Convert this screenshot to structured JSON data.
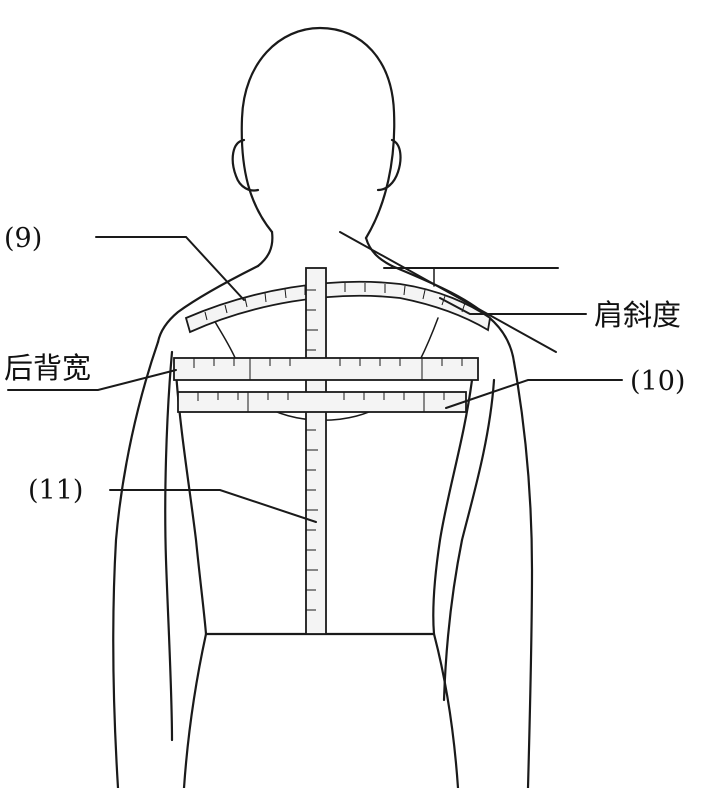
{
  "labels": {
    "label_9": "(9)",
    "label_10": "(10)",
    "label_11": "(11)",
    "shoulder_slope": "肩斜度",
    "back_width": "后背宽"
  }
}
